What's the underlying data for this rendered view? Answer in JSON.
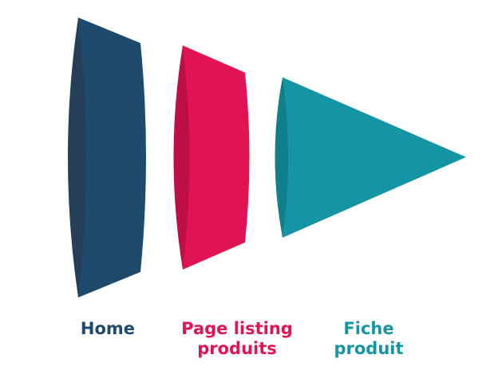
{
  "diagram": {
    "stages": [
      {
        "label": "Home",
        "color_front": "#1E4A6E",
        "color_side": "#243F57"
      },
      {
        "label": "Page listing\nproduits",
        "color_front": "#E01452",
        "color_side": "#C00F45"
      },
      {
        "label": "Fiche\nproduit",
        "color_front": "#1595A4",
        "color_side": "#0F7F8C"
      }
    ]
  }
}
